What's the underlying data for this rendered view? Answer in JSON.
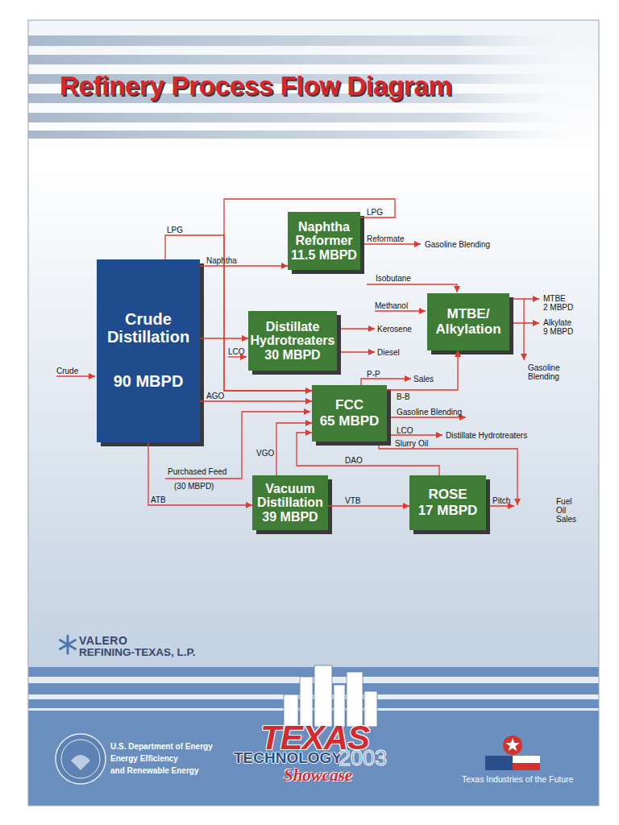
{
  "diagram": {
    "title": "Refinery Process Flow Diagram",
    "nodes": [
      {
        "text": [
          "Crude Distillation",
          "90 MBPD"
        ]
      },
      {
        "text": [
          "Naphtha Reformer",
          "11.5 MBPD"
        ]
      },
      {
        "text": [
          "MTBE/ Alkylation"
        ]
      },
      {
        "text": [
          "Distillate Hydrotreaters",
          "30 MBPD"
        ]
      },
      {
        "text": [
          "FCC",
          "65 MBPD"
        ]
      },
      {
        "text": [
          "Vacuum Distillation",
          "39 MBPD"
        ]
      },
      {
        "text": [
          "ROSE",
          "17 MBPD"
        ]
      }
    ],
    "edges": [
      {
        "from": 0,
        "to": 1,
        "label": "Naphtha",
        "arrow": "to"
      },
      {
        "from": 0,
        "to": 3,
        "arrow": "to"
      },
      {
        "from": 0,
        "to": 4,
        "label": "AGO",
        "arrow": "to"
      },
      {
        "from": 0,
        "to": 5,
        "label": "ATB",
        "arrow": "to"
      },
      {
        "from": 0,
        "to": 4,
        "label": "LPG",
        "arrow": "to"
      },
      {
        "from": 1,
        "to": 4,
        "label": "LPG",
        "arrow": "to"
      },
      {
        "from": 4,
        "to": 2,
        "label": "B-B",
        "arrow": "to"
      },
      {
        "from": 5,
        "to": 4,
        "label": "VGO",
        "arrow": "to"
      },
      {
        "from": 5,
        "to": 6,
        "label": "VTB",
        "arrow": "to"
      },
      {
        "from": 6,
        "to": 4,
        "label": "DAO",
        "arrow": "to"
      }
    ],
    "labels": [
      "Crude",
      "LCO",
      "Purchased Feed",
      "(30 MBPD)",
      "Reformate",
      "Gasoline Blending",
      "Isobutane",
      "Methanol",
      "MTBE",
      "2 MBPD",
      "Alkylate",
      "9 MBPD",
      "Gasoline Blending",
      "Kerosene",
      "Diesel",
      "P-P",
      "Sales",
      "Gasoline Blending",
      "LCO",
      "Distillate Hydrotreaters",
      "Slurry Oil",
      "Pitch",
      "Fuel Oil Sales",
      "VALERO",
      "REFINING-TEXAS, L.P.",
      "U.S. Department of Energy",
      "Energy Efficiency",
      "and Renewable Energy",
      "TEXAS",
      "TECHNOLOGY",
      "2003",
      "Showcase",
      "Texas Industries of the Future"
    ]
  }
}
